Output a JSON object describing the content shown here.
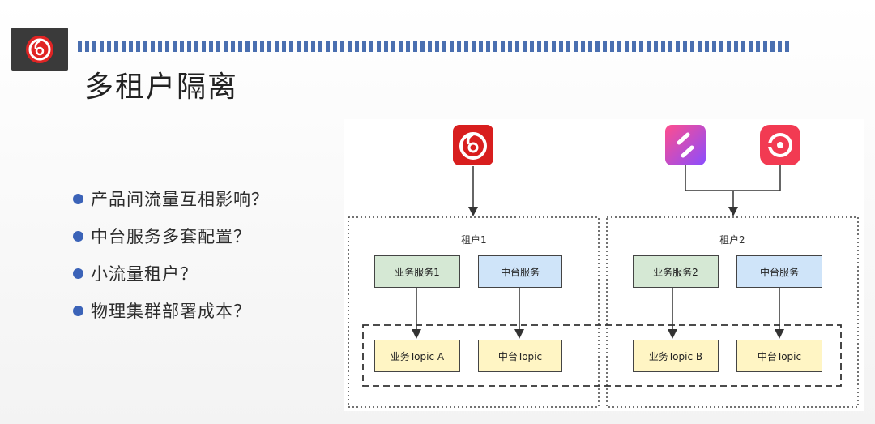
{
  "header": {
    "title": "多租户隔离",
    "logo_icon": "netease-music-icon"
  },
  "bullets": [
    "产品间流量互相影响？",
    "中台服务多套配置？",
    "小流量租户？",
    "物理集群部署成本？"
  ],
  "diagram": {
    "apps": {
      "tenant1_app_icon": "netease-music-icon",
      "tenant2_app_icons": [
        "slash-app-icon",
        "music-app-icon"
      ]
    },
    "tenant1": {
      "label": "租户1",
      "business_service": "业务服务1",
      "platform_service": "中台服务",
      "business_topic": "业务Topic A",
      "platform_topic": "中台Topic"
    },
    "tenant2": {
      "label": "租户2",
      "business_service": "业务服务2",
      "platform_service": "中台服务",
      "business_topic": "业务Topic B",
      "platform_topic": "中台Topic"
    },
    "colors": {
      "business_service": "#d5e8d4",
      "platform_service": "#cfe4f9",
      "topic": "#fff5c4",
      "netease_red": "#d81e1e",
      "accent_blue": "#3b63b8"
    }
  }
}
